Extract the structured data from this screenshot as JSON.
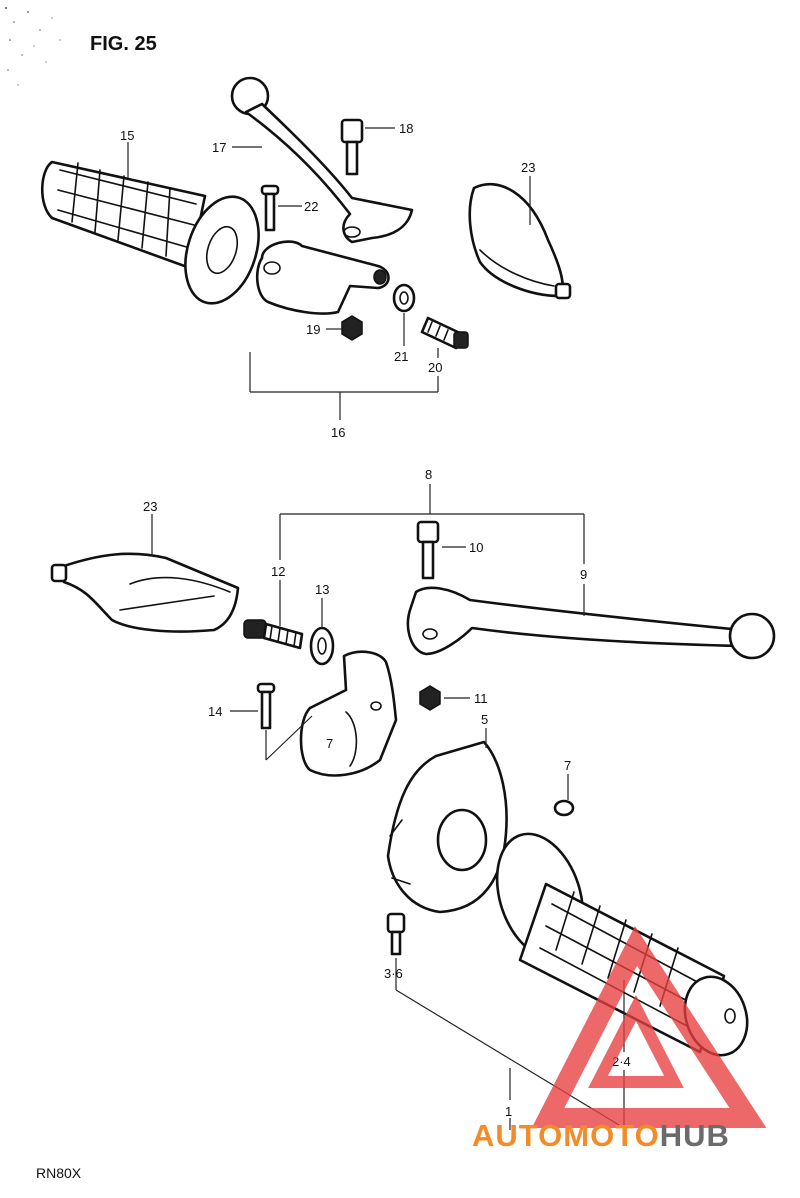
{
  "figure": {
    "title": "FIG. 25",
    "model": "RN80X"
  },
  "labels": [
    {
      "id": "15",
      "text": "15"
    },
    {
      "id": "17",
      "text": "17"
    },
    {
      "id": "18",
      "text": "18"
    },
    {
      "id": "22",
      "text": "22"
    },
    {
      "id": "23a",
      "text": "23"
    },
    {
      "id": "19",
      "text": "19"
    },
    {
      "id": "21",
      "text": "21"
    },
    {
      "id": "20",
      "text": "20"
    },
    {
      "id": "16",
      "text": "16"
    },
    {
      "id": "8",
      "text": "8"
    },
    {
      "id": "23b",
      "text": "23"
    },
    {
      "id": "12",
      "text": "12"
    },
    {
      "id": "10",
      "text": "10"
    },
    {
      "id": "9",
      "text": "9"
    },
    {
      "id": "13",
      "text": "13"
    },
    {
      "id": "14",
      "text": "14"
    },
    {
      "id": "11",
      "text": "11"
    },
    {
      "id": "5",
      "text": "5"
    },
    {
      "id": "7a",
      "text": "7"
    },
    {
      "id": "7b",
      "text": "7"
    },
    {
      "id": "36",
      "text": "3·6"
    },
    {
      "id": "24",
      "text": "2·4"
    },
    {
      "id": "1",
      "text": "1"
    }
  ],
  "watermark": {
    "brand_part1": "AUTOMOTO",
    "brand_part2": "HUB",
    "color_primary": "#f28c28",
    "color_secondary": "#6b6b6b",
    "color_logo": "#e84040"
  }
}
